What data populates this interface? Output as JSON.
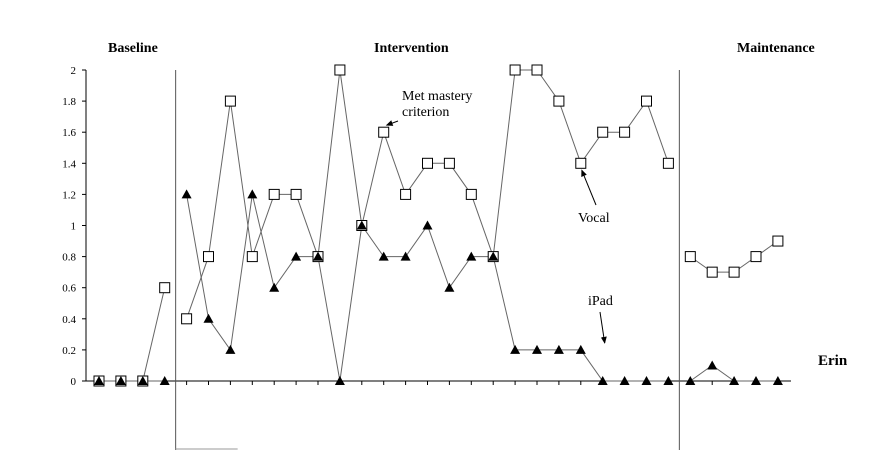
{
  "chart_data": {
    "type": "line",
    "participant": "Erin",
    "phases": [
      "Baseline",
      "Intervention",
      "Maintenance"
    ],
    "phase_change_after_sessions": [
      4,
      27
    ],
    "ylim": [
      0,
      2
    ],
    "yticks": [
      "0",
      "0.2",
      "0.4",
      "0.6",
      "0.8",
      "1",
      "1.2",
      "1.4",
      "1.6",
      "1.8",
      "2"
    ],
    "sessions": 32,
    "series": [
      {
        "name": "Vocal",
        "marker": "open-square",
        "segments": [
          {
            "x": [
              1,
              2,
              3,
              4
            ],
            "y": [
              0,
              0,
              0,
              0.6
            ]
          },
          {
            "x": [
              5,
              6,
              7,
              8,
              9,
              10,
              11,
              12,
              13,
              14,
              15,
              16,
              17,
              18,
              19,
              20,
              21,
              22,
              23,
              24,
              25,
              26,
              27
            ],
            "y": [
              0.4,
              0.8,
              1.8,
              0.8,
              1.2,
              1.2,
              0.8,
              2,
              1,
              1.6,
              1.2,
              1.4,
              1.4,
              1.2,
              0.8,
              2,
              2,
              1.8,
              1.4,
              1.6,
              1.6,
              1.8,
              1.4
            ]
          },
          {
            "x": [
              28,
              29,
              30,
              31,
              32
            ],
            "y": [
              0.8,
              0.7,
              0.7,
              0.8,
              0.9
            ]
          }
        ]
      },
      {
        "name": "iPad",
        "marker": "filled-triangle",
        "segments": [
          {
            "x": [
              1,
              2,
              3,
              4
            ],
            "y": [
              0,
              0,
              0,
              0
            ]
          },
          {
            "x": [
              5,
              6,
              7,
              8,
              9,
              10,
              11,
              12,
              13,
              14,
              15,
              16,
              17,
              18,
              19,
              20,
              21,
              22,
              23,
              24,
              25,
              26,
              27
            ],
            "y": [
              1.2,
              0.4,
              0.2,
              1.2,
              0.6,
              0.8,
              0.8,
              0,
              1,
              0.8,
              0.8,
              1,
              0.6,
              0.8,
              0.8,
              0.2,
              0.2,
              0.2,
              0.2,
              0,
              0,
              0,
              0
            ]
          },
          {
            "x": [
              28,
              29,
              30,
              31,
              32
            ],
            "y": [
              0,
              0.1,
              0,
              0,
              0
            ]
          }
        ]
      }
    ],
    "annotations": [
      {
        "lines": [
          "Met mastery",
          "criterion"
        ],
        "point_x": 14,
        "point_y": 1.6
      },
      {
        "lines": [
          "Vocal"
        ],
        "point_x": 23,
        "point_y": 1.4
      },
      {
        "lines": [
          "iPad"
        ],
        "point_x": 24,
        "point_y": 0.2
      }
    ]
  }
}
